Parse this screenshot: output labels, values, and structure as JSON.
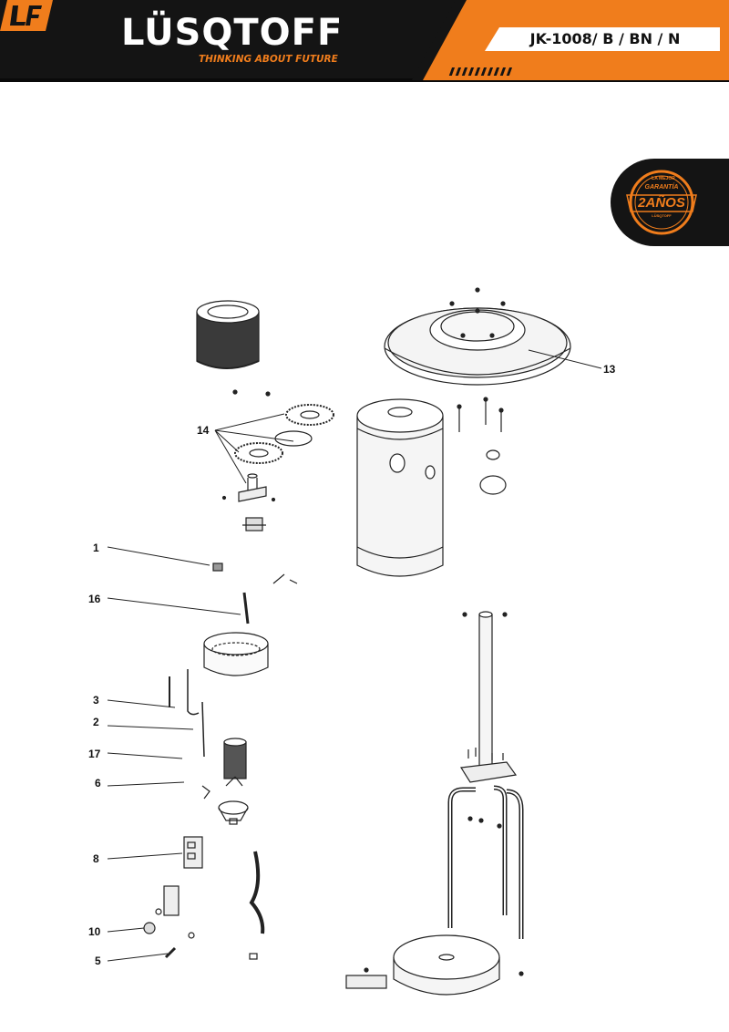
{
  "header": {
    "brand_name": "LÜSQTOFF",
    "tagline": "THINKING ABOUT FUTURE",
    "model_code": "JK-1008/ B / BN / N",
    "colors": {
      "accent": "#f07d1c",
      "dark": "#111111",
      "white": "#ffffff"
    }
  },
  "badge": {
    "line1": "LA MEJOR",
    "line2": "GARANTÍA",
    "line3": "2AÑOS",
    "line4": "LÜSQTOFF",
    "icon": "warranty-seal-icon"
  },
  "callouts": [
    {
      "id": "13",
      "label": "13"
    },
    {
      "id": "14",
      "label": "14"
    },
    {
      "id": "1",
      "label": "1"
    },
    {
      "id": "16",
      "label": "16"
    },
    {
      "id": "3",
      "label": "3"
    },
    {
      "id": "2",
      "label": "2"
    },
    {
      "id": "17",
      "label": "17"
    },
    {
      "id": "6",
      "label": "6"
    },
    {
      "id": "8",
      "label": "8"
    },
    {
      "id": "10",
      "label": "10"
    },
    {
      "id": "5",
      "label": "5"
    }
  ]
}
